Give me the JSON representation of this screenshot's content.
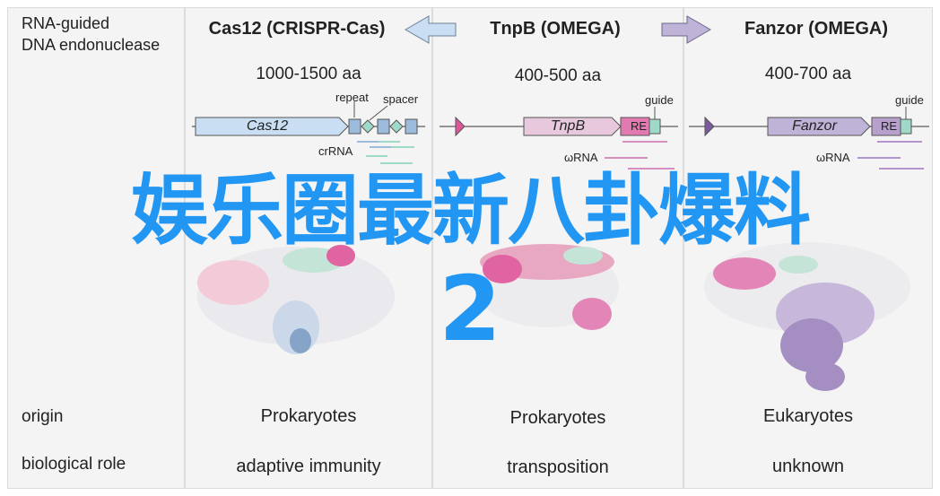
{
  "row_header": {
    "line1": "RNA-guided",
    "line2": "DNA endonuclease"
  },
  "row_labels": {
    "origin": "origin",
    "role": "biological role"
  },
  "columns": [
    {
      "title": "Cas12 (CRISPR-Cas)",
      "size": "1000-1500 aa",
      "gene": "Cas12",
      "rna": "crRNA",
      "origin": "Prokaryotes",
      "role": "adaptive immunity"
    },
    {
      "title": "TnpB (OMEGA)",
      "size": "400-500 aa",
      "gene": "TnpB",
      "rna": "ωRNA",
      "origin": "Prokaryotes",
      "role": "transposition"
    },
    {
      "title": "Fanzor (OMEGA)",
      "size": "400-700 aa",
      "gene": "Fanzor",
      "rna": "ωRNA",
      "origin": "Eukaryotes",
      "role": "unknown"
    }
  ],
  "annotations": {
    "repeat": "repeat",
    "spacer": "spacer",
    "guide": "guide",
    "re": "RE"
  },
  "overlay": {
    "line1": "娱乐圈最新八卦爆料",
    "line2": "2"
  },
  "colors": {
    "cas12": "#c9def2",
    "tnpb": "#e8c8dc",
    "fanzor": "#bfb3d8",
    "pink": "#e0559a",
    "purple": "#7d5aa0",
    "overlay": "#2196f3",
    "teal": "#9ed9c9"
  }
}
